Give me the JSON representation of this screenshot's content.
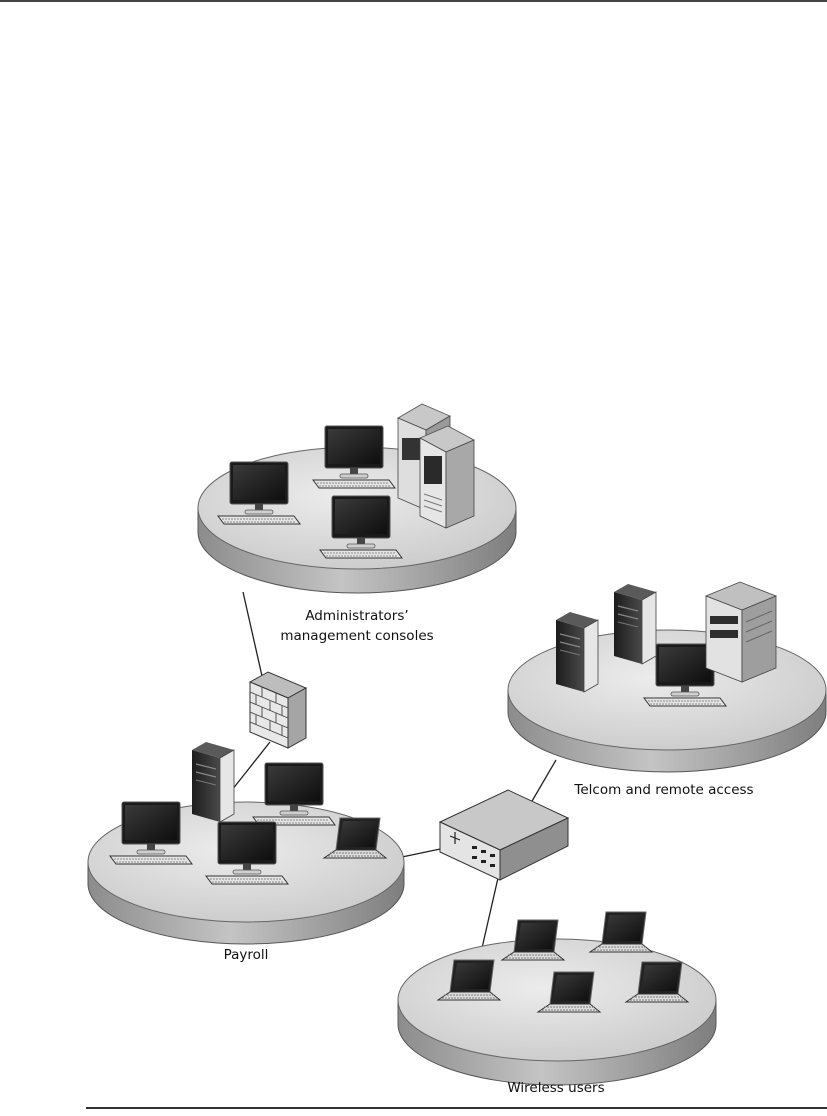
{
  "labels": {
    "admin_line1": "Administrators’",
    "admin_line2": "management consoles",
    "telcom": "Telcom and remote access",
    "payroll": "Payroll",
    "wireless": "Wireless users"
  },
  "colors": {
    "platform_top": "#d6d6d6",
    "platform_side": "#9a9a9a",
    "device_dark": "#2a2a2a",
    "screen": "#1a1a1a",
    "link_line": "#222222"
  },
  "icons": [
    "firewall-icon",
    "switch-icon",
    "server-icon",
    "tower-pc-icon",
    "monitor-icon",
    "laptop-icon",
    "keyboard-icon"
  ]
}
